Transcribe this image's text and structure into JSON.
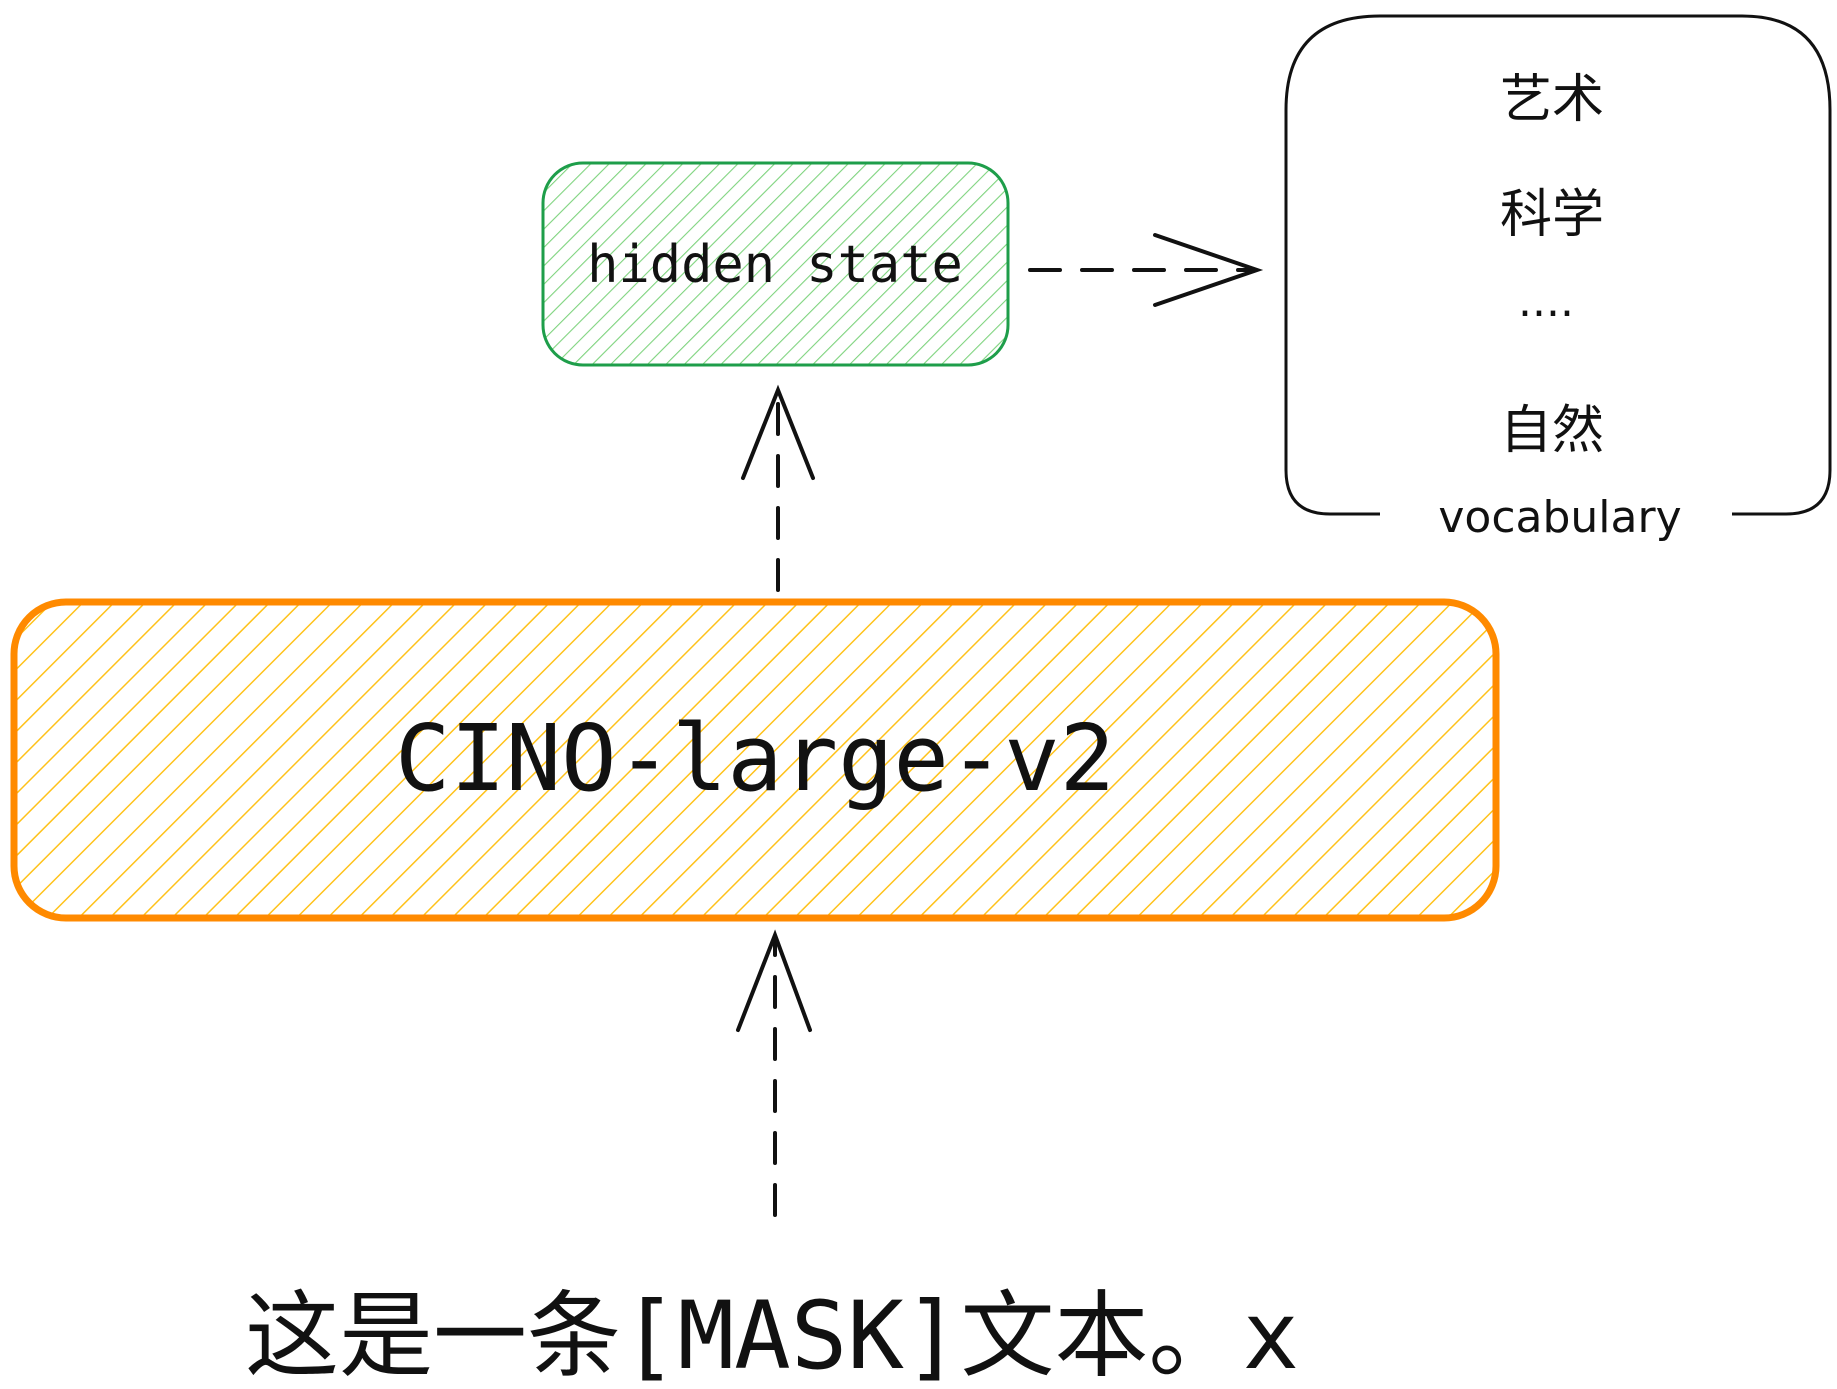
{
  "hidden_state": {
    "label": "hidden state",
    "stroke": "#1e9e4a",
    "hatch": "#7ed37e"
  },
  "model": {
    "label": "CINO-large-v2",
    "stroke": "#ff8a00",
    "hatch": "#ffc21a"
  },
  "vocabulary": {
    "label": "vocabulary",
    "items": [
      "艺术",
      "科学",
      "....",
      "自然"
    ],
    "stroke": "#111111"
  },
  "input": {
    "text": "这是一条[MASK]文本。x"
  },
  "arrows": {
    "color": "#111111"
  }
}
